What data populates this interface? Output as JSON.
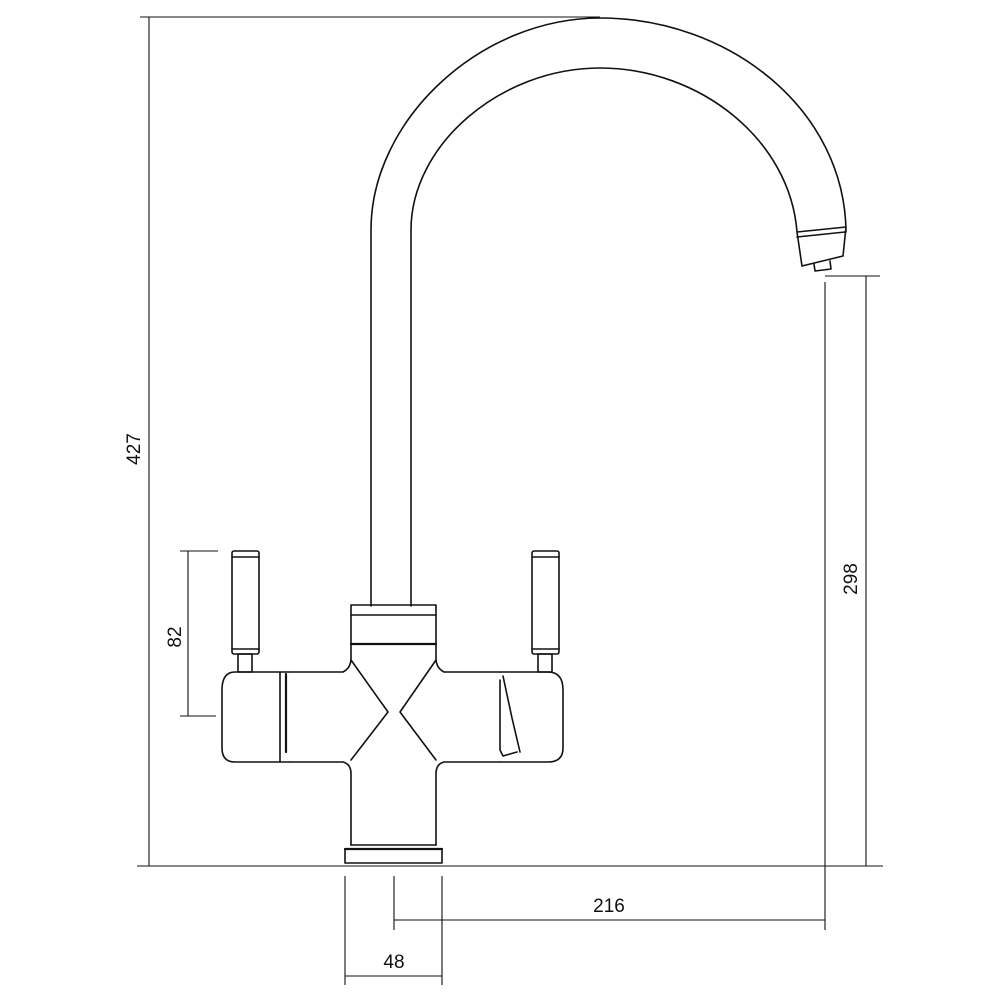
{
  "drawing": {
    "line_color": "#111111",
    "background": "#ffffff",
    "dimensions": {
      "total_height": "427",
      "spout_height": "298",
      "handle_height": "82",
      "spout_reach": "216",
      "base_diameter": "48"
    }
  }
}
